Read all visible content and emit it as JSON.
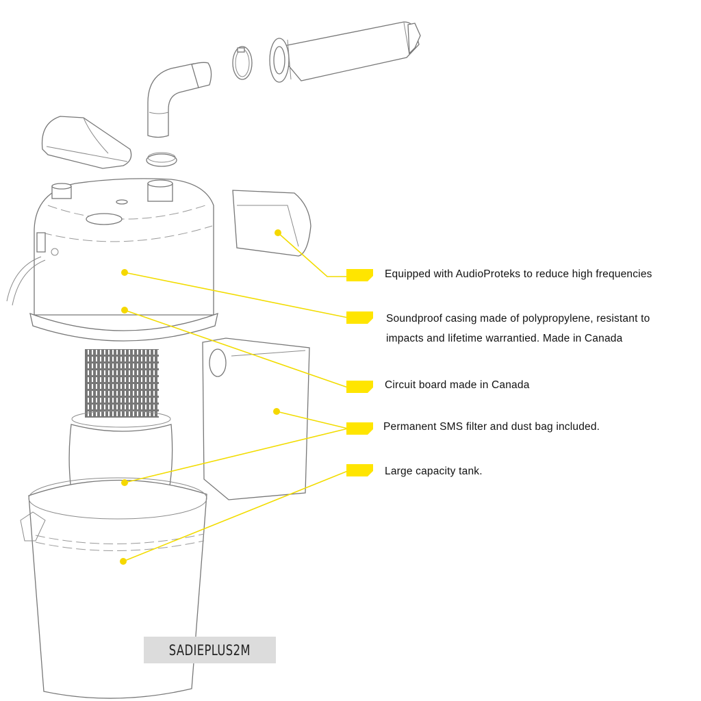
{
  "product": {
    "model_name": "SADIEPLUS2M"
  },
  "accent_color": "#FFE500",
  "callouts": [
    {
      "id": "muffler",
      "text": "Equipped with AudioProteks to reduce high frequencies"
    },
    {
      "id": "casing",
      "lines": [
        "Soundproof casing made of polypropylene, resistant to",
        "impacts and lifetime warrantied. Made in Canada"
      ]
    },
    {
      "id": "circuit",
      "text": "Circuit board made in Canada"
    },
    {
      "id": "filter",
      "text": "Permanent SMS filter and dust bag included."
    },
    {
      "id": "tank",
      "text": "Large capacity tank."
    }
  ],
  "icons": {
    "callout_tag": "yellow-tag-icon",
    "callout_dot": "yellow-dot-marker"
  }
}
